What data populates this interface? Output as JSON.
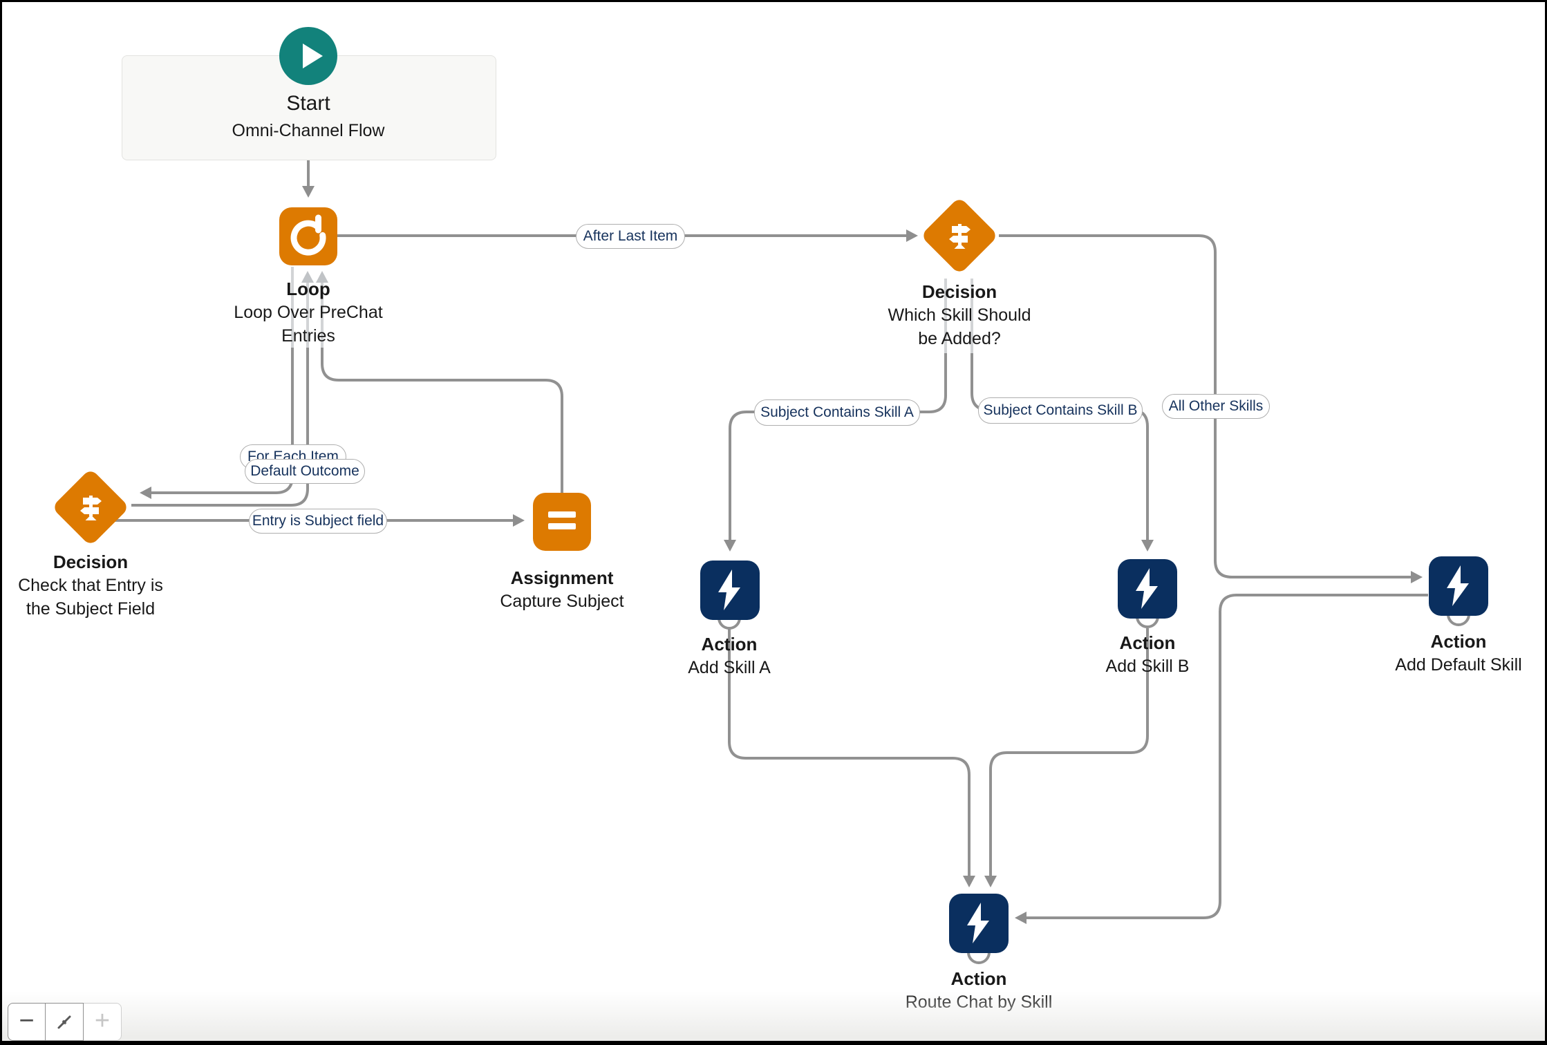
{
  "app": "Flow Builder Canvas",
  "colors": {
    "node_orange": "#DD7A01",
    "node_navy": "#0A2F5F",
    "start_teal": "#12827B",
    "connector_gray": "#919191",
    "connector_light_gray": "#d2d4d6",
    "label_text_navy": "#16325C",
    "text_dark": "#181818"
  },
  "start_node": {
    "title": "Start",
    "subtitle": "Omni-Channel Flow",
    "icon": "play-icon"
  },
  "nodes": {
    "loop": {
      "title": "Loop",
      "subtitle": "Loop Over PreChat Entries",
      "icon": "loop-icon"
    },
    "decision_which_skill": {
      "title": "Decision",
      "subtitle": "Which Skill Should be Added?",
      "icon": "signpost-icon"
    },
    "decision_check_entry": {
      "title": "Decision",
      "subtitle": "Check that Entry is the Subject Field",
      "icon": "signpost-icon"
    },
    "assignment": {
      "title": "Assignment",
      "subtitle": "Capture Subject",
      "icon": "equals-icon"
    },
    "action_add_skill_a": {
      "title": "Action",
      "subtitle": "Add Skill A",
      "icon": "lightning-icon"
    },
    "action_add_skill_b": {
      "title": "Action",
      "subtitle": "Add Skill B",
      "icon": "lightning-icon"
    },
    "action_add_default_skill": {
      "title": "Action",
      "subtitle": "Add Default Skill",
      "icon": "lightning-icon"
    },
    "action_route_chat": {
      "title": "Action",
      "subtitle": "Route Chat by Skill",
      "icon": "lightning-icon"
    }
  },
  "connector_labels": {
    "after_last_item": "After Last Item",
    "for_each_item": "For Each Item",
    "default_outcome": "Default Outcome",
    "entry_is_subject_field": "Entry is Subject field",
    "subject_contains_skill_a": "Subject Contains Skill A",
    "subject_contains_skill_b": "Subject Contains Skill B",
    "all_other_skills": "All Other Skills"
  },
  "zoom_controls": {
    "zoom_out_label": "−",
    "zoom_in_label": "+"
  }
}
